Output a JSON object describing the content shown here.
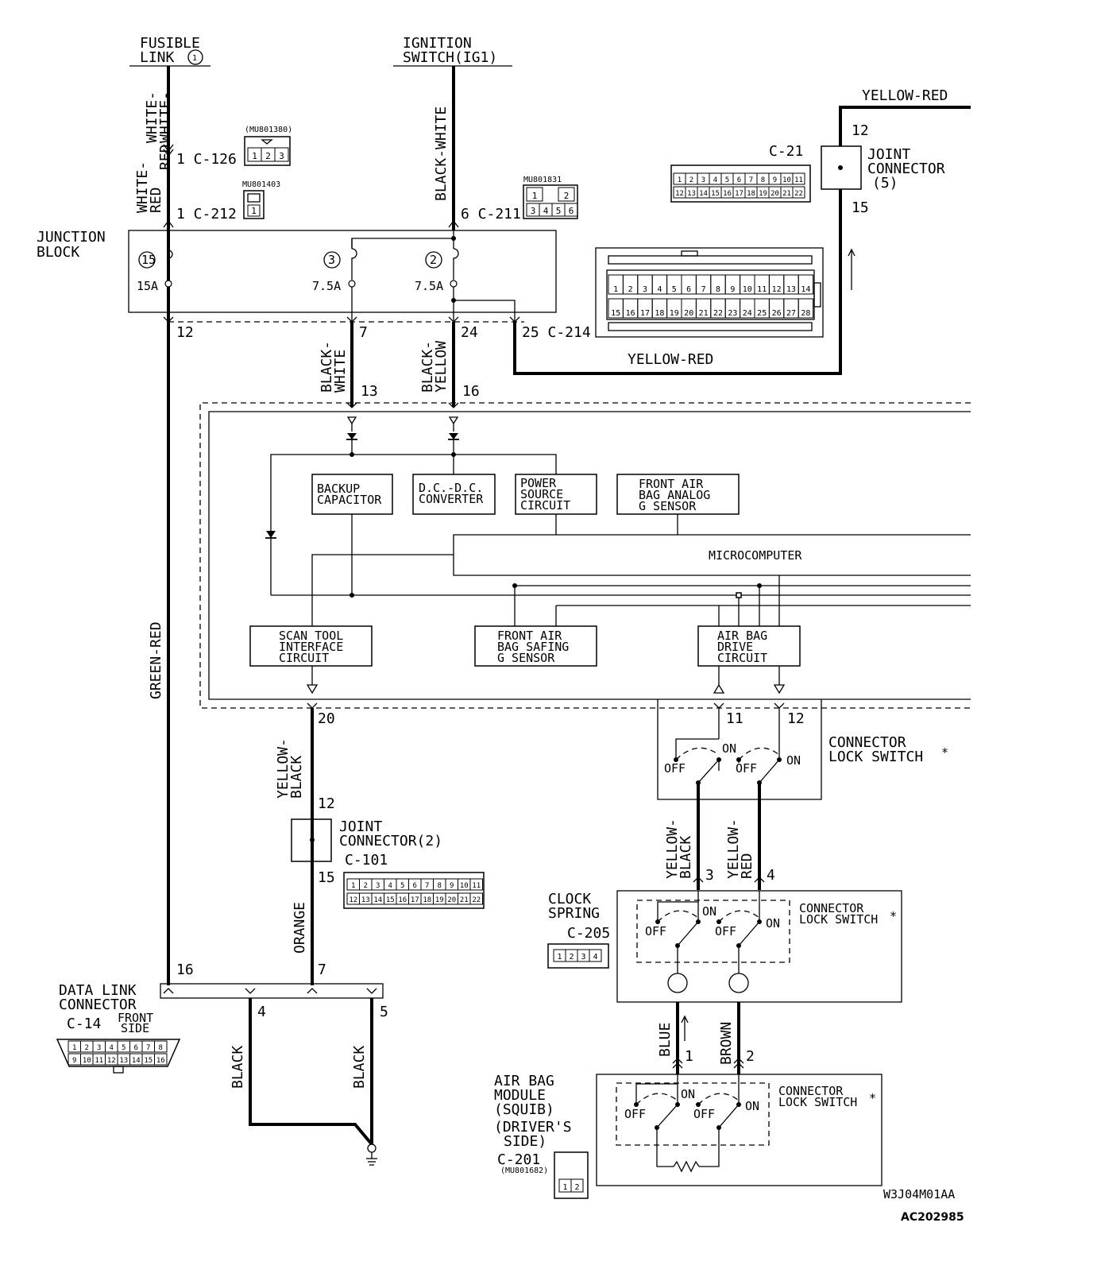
{
  "labels": {
    "fusible_link": [
      "FUSIBLE",
      "LINK"
    ],
    "fusible_link_num": "1",
    "ignition_switch": [
      "IGNITION",
      "SWITCH(IG1)"
    ],
    "yellow_red": "YELLOW-RED",
    "white_red_upper": [
      "WHITE-",
      "WHITE-",
      "RED"
    ],
    "white_red_lower": [
      "WHITE-",
      "RED"
    ],
    "black_white_top": "BLACK-WHITE",
    "c126": "1  C-126",
    "c212": "1  C-212",
    "c211": "6  C-211",
    "mu801380": "(MU801380)",
    "mu801403": "MU801403",
    "mu801831": "MU801831",
    "c21": "C-21",
    "joint_connector_5": [
      "JOINT",
      "CONNECTOR",
      "(5)"
    ],
    "jc5_pin_top": "12",
    "jc5_pin_bottom": "15",
    "junction_block": [
      "JUNCTION",
      "BLOCK"
    ],
    "fuse15": "15",
    "fuse3": "3",
    "fuse2": "2",
    "fuse15_rating": "15A",
    "fuse3_rating": "7.5A",
    "fuse2_rating": "7.5A",
    "jb_pin12": "12",
    "jb_pin7": "7",
    "jb_pin24": "24",
    "jb_pin25": "25  C-214",
    "black_white_mid": [
      "BLACK-",
      "WHITE"
    ],
    "black_yellow": [
      "BLACK-",
      "YELLOW"
    ],
    "srs_pin13": "13",
    "srs_pin16": "16",
    "backup_capacitor": [
      "BACKUP",
      "CAPACITOR"
    ],
    "dcdc_converter": [
      "D.C.-D.C.",
      "CONVERTER"
    ],
    "power_source": [
      "POWER",
      "SOURCE",
      "CIRCUIT"
    ],
    "front_airbag_analog": [
      "FRONT AIR",
      "BAG ANALOG",
      "G SENSOR"
    ],
    "microcomputer": "MICROCOMPUTER",
    "scan_tool": [
      "SCAN TOOL",
      "INTERFACE",
      "CIRCUIT"
    ],
    "front_airbag_safing": [
      "FRONT AIR",
      "BAG SAFING",
      "G SENSOR"
    ],
    "airbag_drive": [
      "AIR BAG",
      "DRIVE",
      "CIRCUIT"
    ],
    "green_red": "GREEN-RED",
    "pin20": "20",
    "pin11": "11",
    "pin12_srs": "12",
    "connector_lock_switch_1": [
      "CONNECTOR",
      "LOCK SWITCH"
    ],
    "star": "*",
    "off": "OFF",
    "on": "ON",
    "yellow_black_left": [
      "YELLOW-",
      "BLACK"
    ],
    "yellow_black_right": [
      "YELLOW-",
      "BLACK"
    ],
    "yellow_red_right": [
      "YELLOW-",
      "RED"
    ],
    "jc2_pin12": "12",
    "jc2_pin15": "15",
    "joint_connector_2": [
      "JOINT",
      "CONNECTOR(2)"
    ],
    "c101": "C-101",
    "orange": "ORANGE",
    "cs_pin3": "3",
    "cs_pin4": "4",
    "clock_spring": [
      "CLOCK",
      "SPRING"
    ],
    "c205": "C-205",
    "connector_lock_switch_2": [
      "CONNECTOR",
      "LOCK SWITCH"
    ],
    "dlc_pin16": "16",
    "dlc_pin7": "7",
    "dlc_pin4": "4",
    "dlc_pin5": "5",
    "data_link_connector": [
      "DATA LINK",
      "CONNECTOR"
    ],
    "c14": "C-14",
    "front_side": [
      "FRONT",
      "SIDE"
    ],
    "black1": "BLACK",
    "black2": "BLACK",
    "blue": "BLUE",
    "brown": "BROWN",
    "sq_pin1": "1",
    "sq_pin2": "2",
    "airbag_module": [
      "AIR BAG",
      "MODULE",
      "(SQUIB)",
      "(DRIVER'S",
      "SIDE)"
    ],
    "c201": "C-201",
    "mu801682": "(MU801682)",
    "connector_lock_switch_3": [
      "CONNECTOR",
      "LOCK SWITCH"
    ],
    "ref1": "W3J04M01AA",
    "ref2": "AC202985"
  },
  "connector_pins": {
    "c126": [
      "1",
      "2",
      "3"
    ],
    "c212": [
      "1"
    ],
    "c211_top": [
      "1",
      "",
      "2"
    ],
    "c211_bottom": [
      "3",
      "4",
      "5",
      "6"
    ],
    "c21_top": [
      "1",
      "2",
      "3",
      "4",
      "5",
      "6",
      "7",
      "8",
      "9",
      "10",
      "11"
    ],
    "c21_bottom": [
      "12",
      "13",
      "14",
      "15",
      "16",
      "17",
      "18",
      "19",
      "20",
      "21",
      "22"
    ],
    "c214_top": [
      "1",
      "2",
      "3",
      "4",
      "5",
      "6",
      "7",
      "8",
      "9",
      "10",
      "11",
      "12",
      "13",
      "14"
    ],
    "c214_bottom": [
      "15",
      "16",
      "17",
      "18",
      "19",
      "20",
      "21",
      "22",
      "23",
      "24",
      "25",
      "26",
      "27",
      "28"
    ],
    "c101_top": [
      "1",
      "2",
      "3",
      "4",
      "5",
      "6",
      "7",
      "8",
      "9",
      "10",
      "11"
    ],
    "c101_bottom": [
      "12",
      "13",
      "14",
      "15",
      "16",
      "17",
      "18",
      "19",
      "20",
      "21",
      "22"
    ],
    "c14_top": [
      "1",
      "2",
      "3",
      "4",
      "5",
      "6",
      "7",
      "8"
    ],
    "c14_bottom": [
      "9",
      "10",
      "11",
      "12",
      "13",
      "14",
      "15",
      "16"
    ],
    "c205": [
      "1",
      "2",
      "3",
      "4"
    ],
    "c201": [
      "1",
      "2"
    ]
  }
}
